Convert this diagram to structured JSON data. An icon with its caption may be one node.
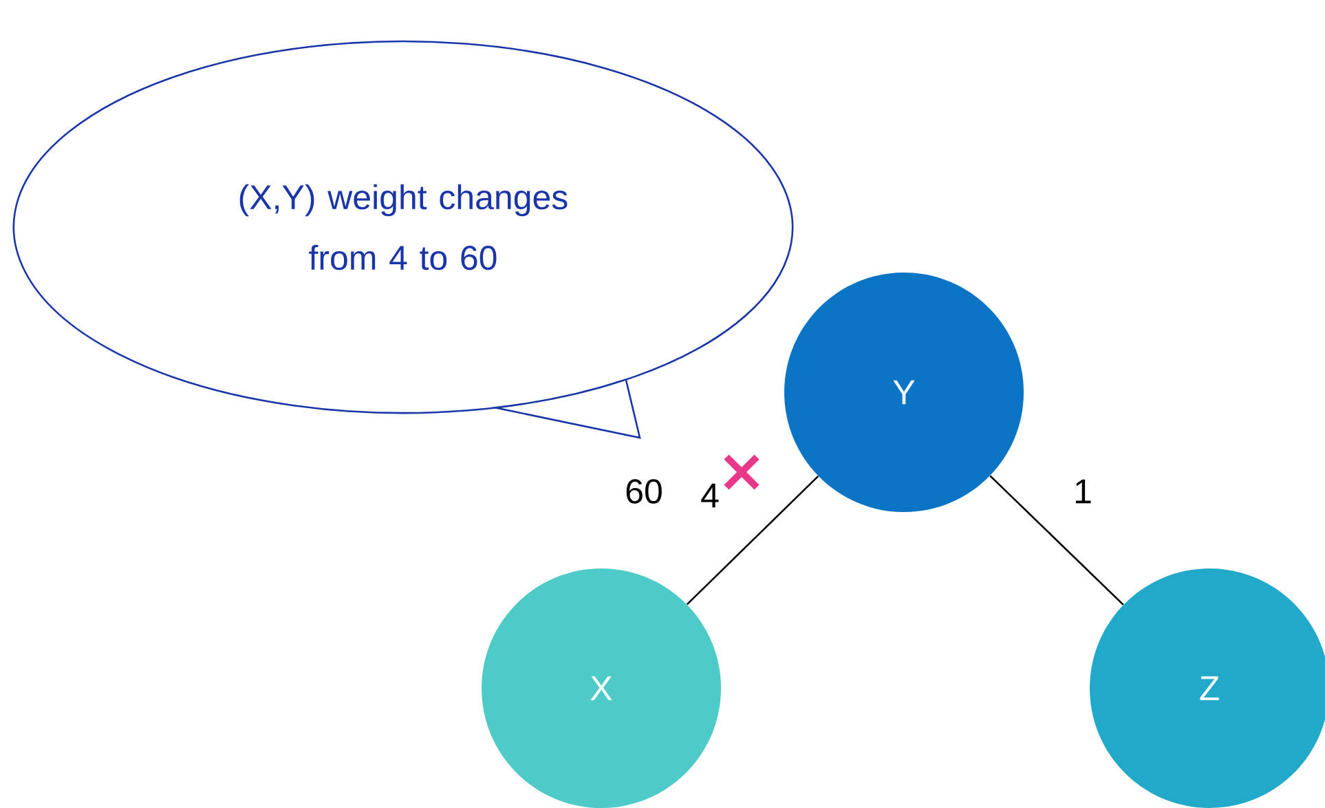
{
  "diagram": {
    "nodes": [
      {
        "text": [
          "(X,Y) weight changes from 4 to 60"
        ]
      },
      {
        "text": [
          "Y"
        ]
      },
      {
        "text": [
          "X"
        ]
      },
      {
        "text": [
          "Z"
        ]
      }
    ],
    "edges": [
      {
        "from": 1,
        "to": 2,
        "arrow": "none",
        "label": "60"
      },
      {
        "from": 1,
        "to": 3,
        "arrow": "none",
        "label": "1"
      }
    ],
    "labels": [
      "4"
    ]
  }
}
